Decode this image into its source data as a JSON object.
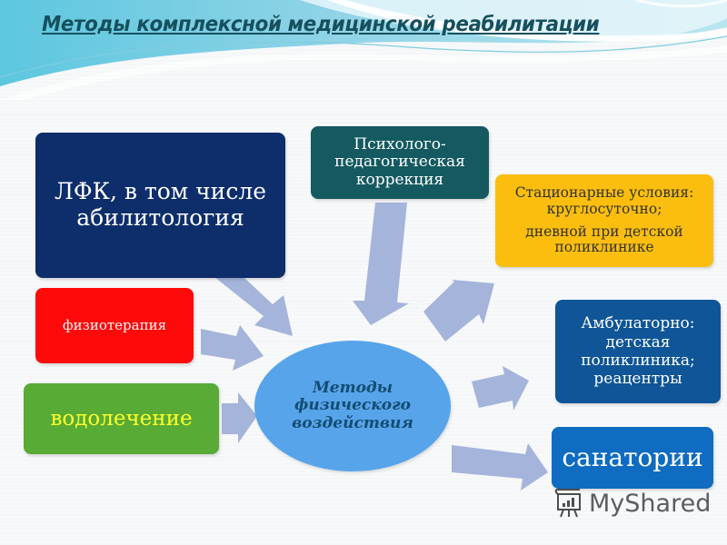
{
  "slide": {
    "title": "Методы комплексной медицинской реабилитации"
  },
  "diagram": {
    "center": {
      "lines": [
        "Методы",
        "физического",
        "воздействия"
      ],
      "color": "#58a4ea"
    },
    "nodes": {
      "lfk": {
        "lines": [
          "ЛФК, в том числе",
          "абилитология"
        ],
        "color": "#0d2d6b"
      },
      "psychology": {
        "lines": [
          "Психолого-",
          "педагогическая",
          "коррекция"
        ],
        "color": "#145a60"
      },
      "inpatient": {
        "lines": [
          "Стационарные условия:",
          "круглосуточно;",
          "дневной при детской",
          "поликлинике"
        ],
        "color": "#fbbe0f"
      },
      "physiotherapy": {
        "lines": [
          "физиотерапия"
        ],
        "color": "#ff0a0a"
      },
      "hydrotherapy": {
        "lines": [
          "водолечение"
        ],
        "color": "#58ab34"
      },
      "outpatient": {
        "lines": [
          "Амбулаторно:",
          "детская",
          "поликлиника;",
          "реацентры"
        ],
        "color": "#0f5597"
      },
      "sanatorium": {
        "lines": [
          "санатории"
        ],
        "color": "#0f6cc0"
      }
    },
    "arrow_color": "#a4b4da"
  },
  "watermark": {
    "text": "MyShared",
    "icon": "presentation-chart-icon"
  }
}
